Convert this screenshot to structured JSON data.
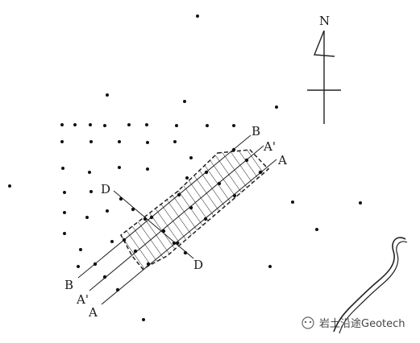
{
  "north_arrow": {
    "label": "N"
  },
  "section_lines": {
    "b_label_top": "B",
    "b_label_bottom": "B",
    "a_prime_label_top": "A'",
    "a_prime_label_bottom": "A'",
    "a_label_top": "A",
    "a_label_bottom": "A",
    "d_label_top": "D",
    "d_label_bottom": "D"
  },
  "watermark": {
    "text": "岩土沿途Geotech"
  }
}
